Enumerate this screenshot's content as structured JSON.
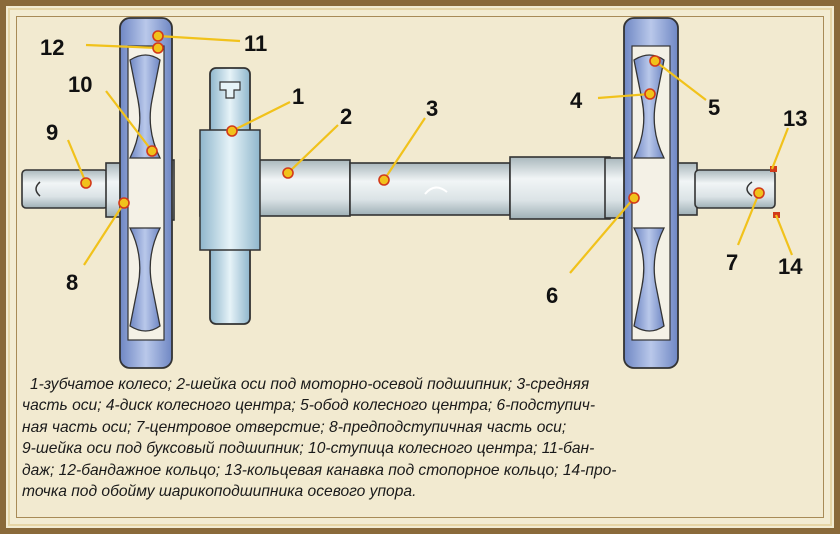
{
  "diagram": {
    "labels": [
      "1",
      "2",
      "3",
      "4",
      "5",
      "6",
      "7",
      "8",
      "9",
      "10",
      "11",
      "12",
      "13",
      "14"
    ],
    "caption_lines": [
      "1-зубчатое колесо; 2-шейка оси под моторно-осевой подшипник; 3-средняя",
      "часть оси; 4-диск колесного центра; 5-обод колесного центра; 6-подступич-",
      "ная часть оси; 7-центровое отверстие; 8-предподступичная часть оси;",
      "9-шейка оси под буксовый подшипник; 10-ступица колесного центра; 11-бан-",
      "даж; 12-бандажное кольцо; 13-кольцевая канавка под стопорное кольцо; 14-про-",
      "точка под обойму шарикоподшипника осевого упора."
    ]
  },
  "colors": {
    "axle": "#dfe8ea",
    "axle_shade": "#b9c7cc",
    "wheel": "#7f95cc",
    "wheel_light": "#c7d3ee",
    "gear": "#c9e2ec",
    "marker": "#f1c21b",
    "marker_ring": "#d23a1a"
  }
}
